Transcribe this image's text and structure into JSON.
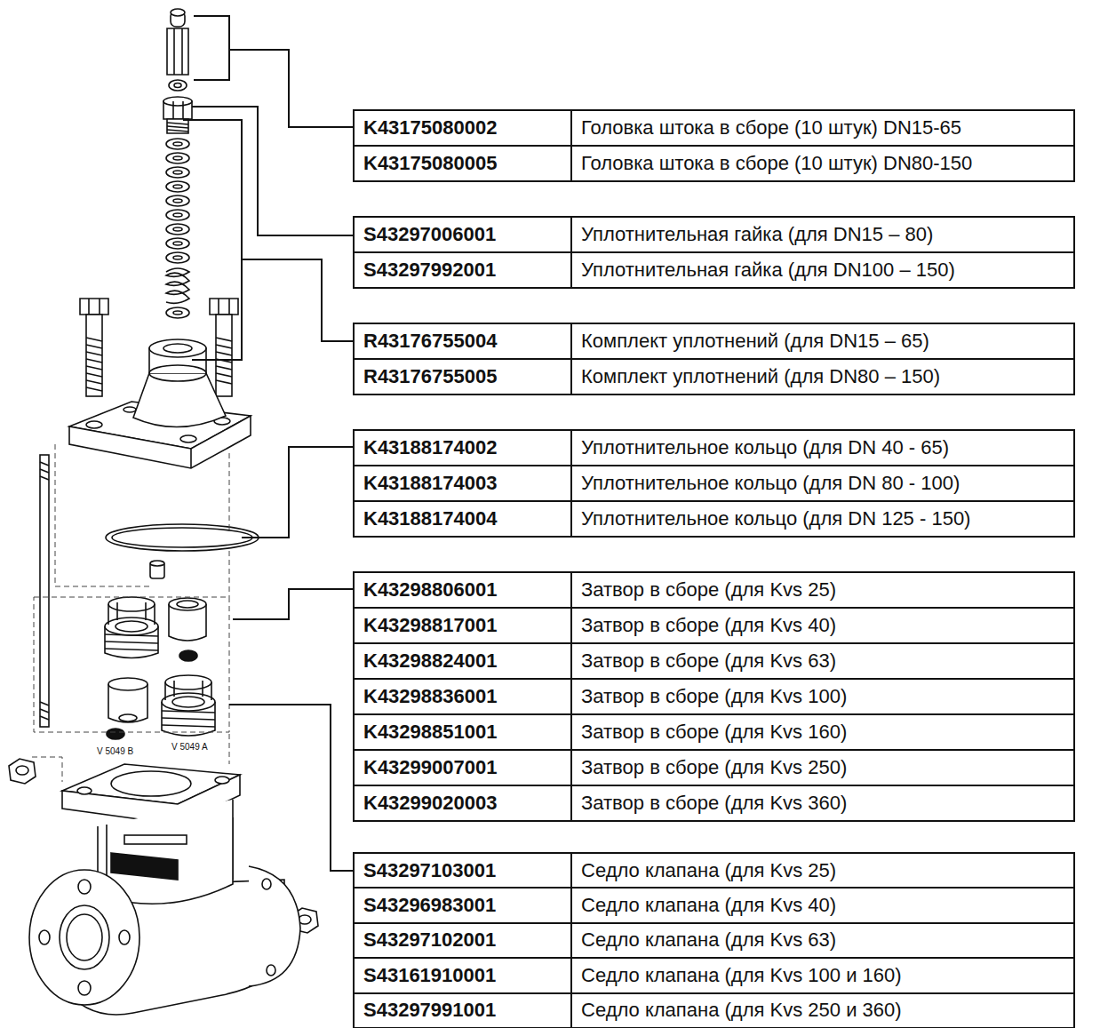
{
  "diagram": {
    "labels": [
      "K43175080002",
      "Головка штока в сборе (10 штук) DN15-65",
      "K43175080005",
      "Головка штока в сборе (10 штук) DN80-150",
      "S43297006001",
      "Уплотнительная гайка (для DN15 – 80)",
      "S43297992001",
      "Уплотнительная гайка (для DN100 – 150)",
      "R43176755004",
      "Комплект уплотнений (для DN15 – 65)",
      "R43176755005",
      "Комплект уплотнений (для DN80 – 150)",
      "K43188174002",
      "Уплотнительное кольцо (для DN 40 - 65)",
      "K43188174003",
      "Уплотнительное кольцо (для DN 80 - 100)",
      "K43188174004",
      "Уплотнительное кольцо (для DN 125 - 150)",
      "K43298806001",
      "Затвор в сборе (для Kvs 25)",
      "K43298817001",
      "Затвор в сборе (для Kvs 40)",
      "K43298824001",
      "Затвор в сборе (для Kvs 63)",
      "K43298836001",
      "Затвор в сборе (для Kvs 100)",
      "K43298851001",
      "Затвор в сборе (для Kvs 160)",
      "K43299007001",
      "Затвор в сборе (для Kvs 250)",
      "K43299020003",
      "Затвор в сборе (для Kvs 360)",
      "S43297103001",
      "Седло клапана (для Kvs 25)",
      "S43296983001",
      "Седло клапана (для Kvs 40)",
      "S43297102001",
      "Седло клапана (для Kvs 63)",
      "S43161910001",
      "Седло клапана (для Kvs 100 и 160)",
      "S43297991001",
      "Седло клапана (для Kvs 250 и 360)",
      "V 5049 B",
      "V 5049 A"
    ]
  }
}
